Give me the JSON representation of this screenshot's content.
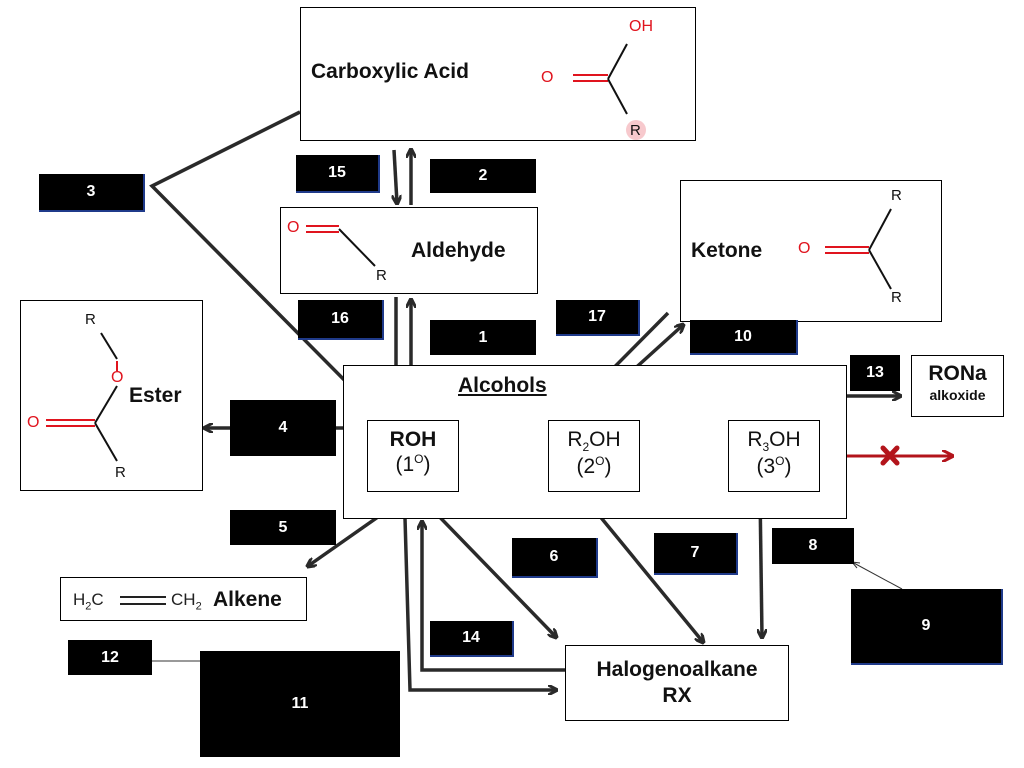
{
  "nodes": {
    "carboxylic_acid": "Carboxylic Acid",
    "aldehyde": "Aldehyde",
    "ketone": "Ketone",
    "ester": "Ester",
    "alcohols": "Alcohols",
    "primary_alcohol": {
      "formula": "ROH",
      "degree": "(1",
      "degree_sup": "O",
      "degree_close": ")"
    },
    "secondary_alcohol": {
      "formula_r": "R",
      "formula_sub": "2",
      "formula_rest": "OH",
      "degree": "(2",
      "degree_sup": "O",
      "degree_close": ")"
    },
    "tertiary_alcohol": {
      "formula_r": "R",
      "formula_sub": "3",
      "formula_rest": "OH",
      "degree": "(3",
      "degree_sup": "O",
      "degree_close": ")"
    },
    "alkene": "Alkene",
    "alkene_formula": {
      "left": "H",
      "left_sub": "2",
      "left_c": "C",
      "right_c": "CH",
      "right_sub": "2"
    },
    "halogenoalkane": "Halogenoalkane",
    "halogenoalkane_formula": "RX",
    "rona": "RONa",
    "alkoxide": "alkoxide"
  },
  "structure_atoms": {
    "oh": "OH",
    "o": "O",
    "r": "R"
  },
  "boxes": [
    "1",
    "2",
    "3",
    "4",
    "5",
    "6",
    "7",
    "8",
    "9",
    "10",
    "11",
    "12",
    "13",
    "14",
    "15",
    "16",
    "17"
  ],
  "colors": {
    "oxygen": "#e0141e",
    "blocked_arrow": "#b3141b",
    "arrow": "#2a2a2a",
    "r_highlight": "#f7c9cd"
  }
}
